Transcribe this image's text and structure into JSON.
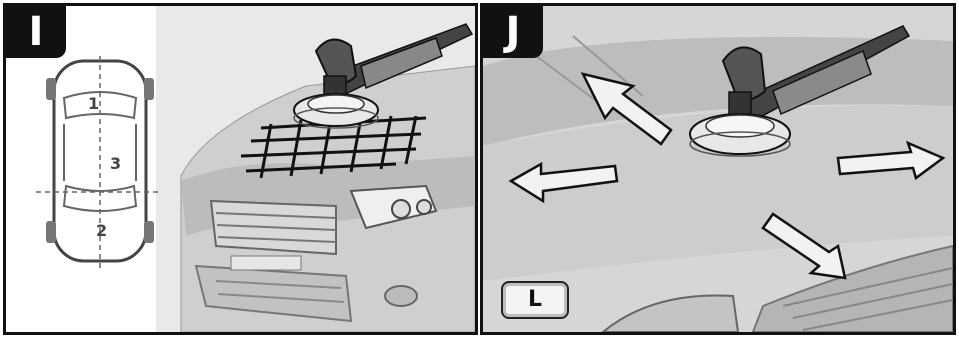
{
  "panels": {
    "left": {
      "label": "I",
      "zones": {
        "one": "1",
        "two": "2",
        "three": "3"
      }
    },
    "right": {
      "label": "J",
      "key_label": "L"
    }
  },
  "colors": {
    "border": "#111111",
    "badge_bg": "#111111",
    "car_grey": "#c9c9c9",
    "photo_bg": "#d8d8d8"
  },
  "icons": [
    "polisher-icon",
    "car-topview-icon",
    "grid-pattern-icon",
    "direction-arrow-icon"
  ]
}
